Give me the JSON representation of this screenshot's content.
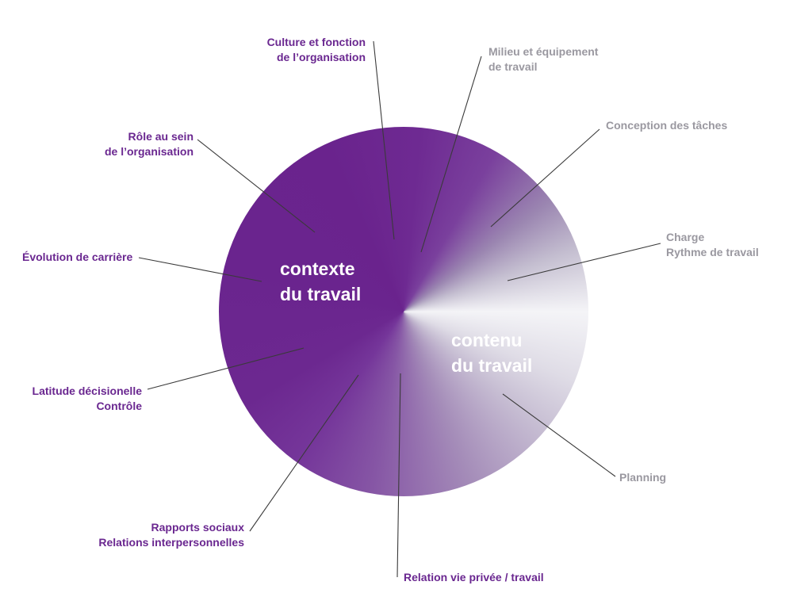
{
  "centers": {
    "contexte": [
      "contexte",
      "du travail"
    ],
    "contenu": [
      "contenu",
      "du travail"
    ]
  },
  "labels": {
    "culture": [
      "Culture et fonction",
      "de l’organisation"
    ],
    "milieu": [
      "Milieu et équipement",
      "de travail"
    ],
    "conception": [
      "Conception des tâches"
    ],
    "charge": [
      "Charge",
      "Rythme de travail"
    ],
    "planning": [
      "Planning"
    ],
    "relation_vie": [
      "Relation vie privée / travail"
    ],
    "rapports": [
      "Rapports sociaux",
      "Relations interpersonnelles"
    ],
    "latitude": [
      "Latitude décisionelle",
      "Contrôle"
    ],
    "evolution": [
      "Évolution de carrière"
    ],
    "role": [
      "Rôle au sein",
      "de l’organisation"
    ]
  },
  "colors": {
    "context": "#6a2790",
    "content": "#9a98a0",
    "leader": "#3a3a3a",
    "center_text": "#ffffff"
  }
}
